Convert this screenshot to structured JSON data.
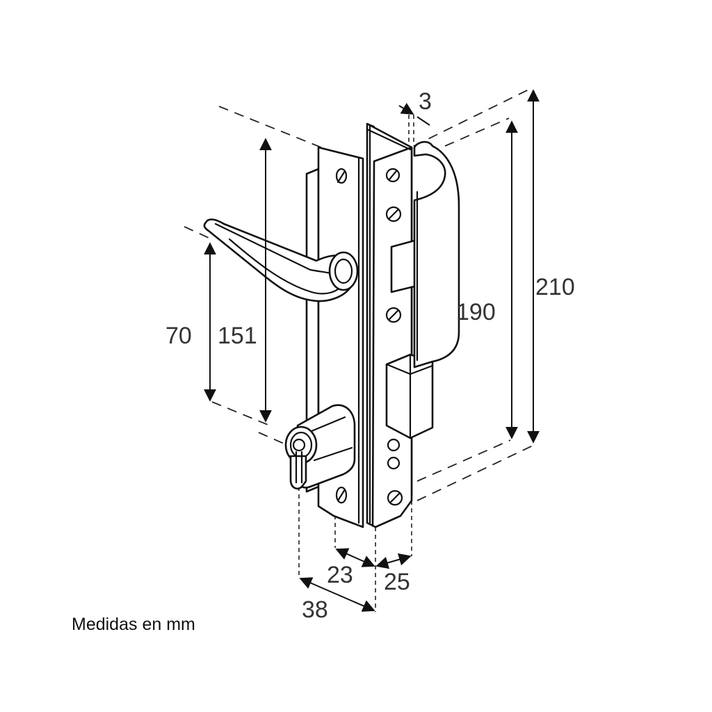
{
  "diagram": {
    "dimensions": {
      "thickness": "3",
      "total_height": "210",
      "faceplate_height": "190",
      "handle_to_cylinder": "70",
      "plate_height": "151",
      "depth_front": "23",
      "depth_backset": "25",
      "depth_total": "38"
    },
    "caption": "Medidas en mm",
    "colors": {
      "line": "#111111",
      "text": "#333333",
      "background": "#ffffff"
    }
  }
}
